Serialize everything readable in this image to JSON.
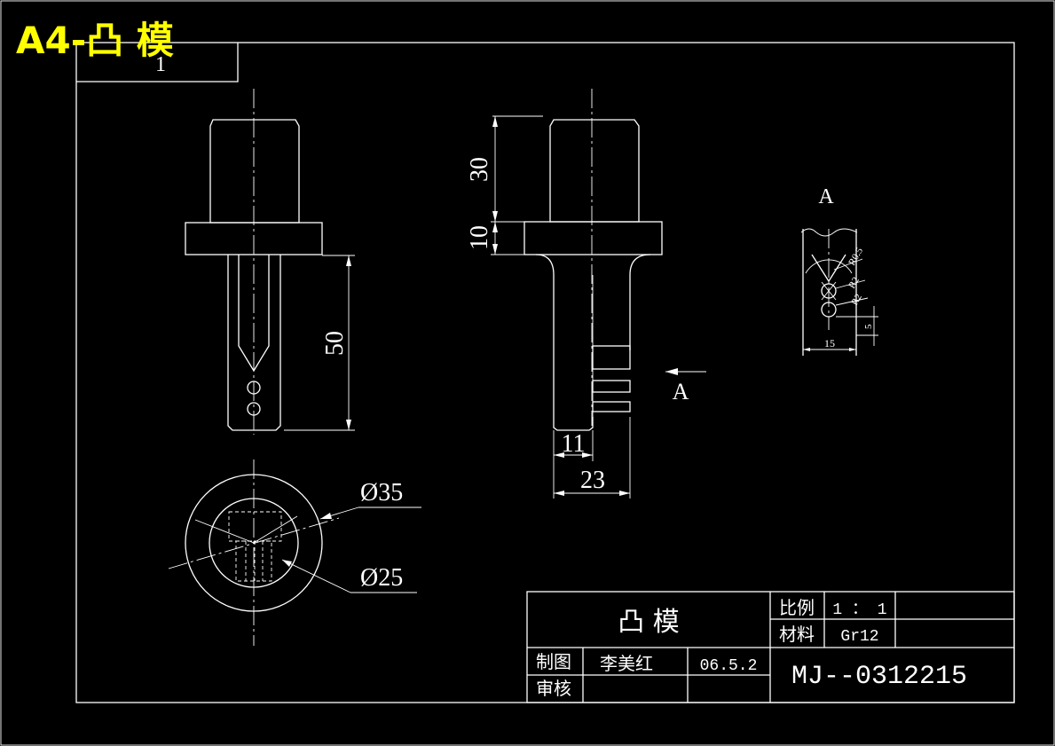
{
  "sheet": {
    "header": "A4-凸 模",
    "header_color": "#ffff00",
    "corner_label": "1"
  },
  "dimensions": {
    "d_30": "30",
    "d_10": "10",
    "d_50": "50",
    "d_11": "11",
    "d_23": "23",
    "d_35": "Ø35",
    "d_25": "Ø25"
  },
  "view_a": {
    "label": "A",
    "arrow_label": "A",
    "r1": "R0.5",
    "r2": "R2",
    "r3": "R2",
    "w": "15",
    "h": "5"
  },
  "title_block": {
    "part_name": "凸   模",
    "scale_label": "比例",
    "scale_value": "1 ： 1",
    "material_label": "材料",
    "material_value": "Gr12",
    "drawn_label": "制图",
    "drawn_name": "李美红",
    "drawn_date": "06.5.2",
    "checked_label": "审核",
    "drawing_number": "MJ--0312215"
  }
}
